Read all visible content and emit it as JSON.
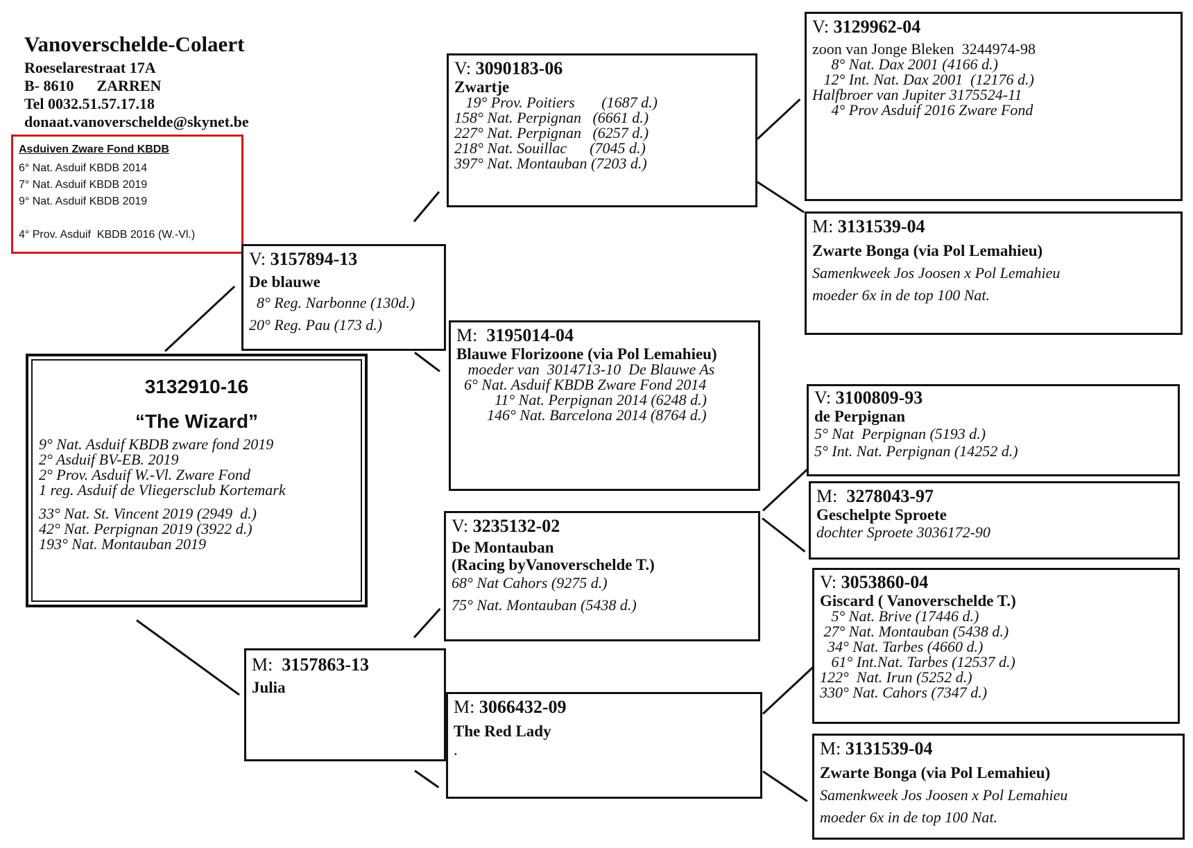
{
  "owner": {
    "name": "Vanoverschelde-Colaert",
    "street": "Roeselarestraat 17A",
    "city": "B- 8610      ZARREN",
    "tel": "Tel 0032.51.57.17.18",
    "email": "donaat.vanoverschelde@skynet.be"
  },
  "awards": {
    "title": "Asduiven Zware Fond KBDB",
    "lines": [
      "6° Nat. Asduif KBDB 2014",
      "7° Nat. Asduif KBDB 2019",
      "9° Nat. Asduif KBDB 2019",
      "4° Prov. Asduif  KBDB 2016 (W.-Vl.)"
    ]
  },
  "main": {
    "ring": "3132910-16",
    "name": "“The Wizard”",
    "results1": [
      "9° Nat. Asduif KBDB zware fond 2019",
      "2° Asduif BV-EB. 2019",
      "2° Prov. Asduif W.-Vl. Zware Fond",
      "1 reg. Asduif de Vliegersclub Kortemark"
    ],
    "results2": [
      "33° Nat. St. Vincent 2019 (2949  d.)",
      "42° Nat. Perpignan 2019 (3922 d.)",
      "193° Nat. Montauban 2019"
    ]
  },
  "sire": {
    "prefix": "V: ",
    "ring": "3157894-13",
    "name": "De blauwe",
    "lines": [
      "  8° Reg. Narbonne (130d.)",
      "20° Reg. Pau (173 d.)"
    ]
  },
  "dam": {
    "prefix": "M:  ",
    "ring": "3157863-13",
    "name": "Julia"
  },
  "ss": {
    "prefix": "V: ",
    "ring": "3090183-06",
    "name": "Zwartje",
    "lines": [
      "   19° Prov. Poitiers       (1687 d.)",
      "158° Nat. Perpignan   (6661 d.)",
      "227° Nat. Perpignan   (6257 d.)",
      "218° Nat. Souillac      (7045 d.)",
      "397° Nat. Montauban (7203 d.)"
    ]
  },
  "sd": {
    "prefix": "M:  ",
    "ring": "3195014-04",
    "name": "Blauwe Florizoone",
    "name2": " (via Pol Lemahieu)",
    "lines": [
      "   moeder van  3014713-10  De Blauwe As",
      "  6° Nat. Asduif KBDB Zware Fond 2014",
      "          11° Nat. Perpignan 2014 (6248 d.)",
      "        146° Nat. Barcelona 2014 (8764 d.)"
    ]
  },
  "ds": {
    "prefix": "V: ",
    "ring": "3235132-02",
    "name": "De Montauban",
    "name2": "(Racing byVanoverschelde T.)",
    "lines": [
      "68° Nat Cahors (9275 d.)",
      "75° Nat. Montauban (5438 d.)"
    ]
  },
  "dd": {
    "prefix": "M: ",
    "ring": "3066432-09",
    "name": "The Red Lady",
    "dot": "."
  },
  "sss": {
    "prefix": "V: ",
    "ring": "3129962-04",
    "sub": "zoon van Jonge Bleken  3244974-98",
    "lines": [
      "     8° Nat. Dax 2001 (4166 d.)",
      "   12° Int. Nat. Dax 2001  (12176 d.)",
      "Halfbroer van Jupiter 3175524-11",
      "     4° Prov Asduif 2016 Zware Fond"
    ]
  },
  "ssd": {
    "prefix": "M: ",
    "ring": "3131539-04",
    "name": "Zwarte Bonga (via Pol Lemahieu)",
    "lines": [
      "Samenkweek Jos Joosen x Pol Lemahieu",
      "moeder 6x in de top 100 Nat."
    ]
  },
  "dss": {
    "prefix": "V: ",
    "ring": "3100809-93",
    "name": "de Perpignan",
    "lines": [
      "5° Nat  Perpignan (5193 d.)",
      "5° Int. Nat. Perpignan (14252 d.)"
    ]
  },
  "dsd": {
    "prefix": "M:  ",
    "ring": "3278043-97",
    "name": "Geschelpte Sproete",
    "lines": [
      "dochter Sproete 3036172-90"
    ]
  },
  "dds": {
    "prefix": "V: ",
    "ring": "3053860-04",
    "name": "Giscard ( Vanoverschelde T.)",
    "lines": [
      "   5° Nat. Brive (17446 d.)",
      " 27° Nat. Montauban (5438 d.)",
      "  34° Nat. Tarbes (4660 d.)",
      "   61° Int.Nat. Tarbes (12537 d.)",
      "122°  Nat. Irun (5252 d.)",
      "330° Nat. Cahors (7347 d.)"
    ]
  },
  "ddd": {
    "prefix": "M: ",
    "ring": "3131539-04",
    "name": "Zwarte Bonga (via Pol Lemahieu)",
    "lines": [
      "Samenkweek Jos Joosen x Pol Lemahieu",
      "moeder 6x in de top 100 Nat."
    ]
  }
}
